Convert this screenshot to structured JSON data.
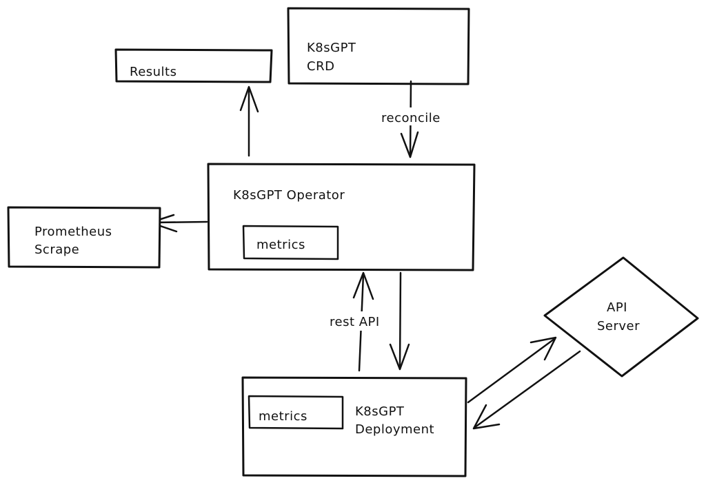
{
  "diagram": {
    "nodes": {
      "results": {
        "label": "Results"
      },
      "crd": {
        "line1": "K8sGPT",
        "line2": "CRD"
      },
      "operator": {
        "label": "K8sGPT Operator",
        "metrics": "metrics"
      },
      "prometheus": {
        "line1": "Prometheus",
        "line2": "Scrape"
      },
      "deployment": {
        "line1": "K8sGPT",
        "line2": "Deployment",
        "metrics": "metrics"
      },
      "api_server": {
        "line1": "API",
        "line2": "Server"
      }
    },
    "edges": {
      "crd_to_operator": "reconcile",
      "deployment_to_operator": "rest API"
    }
  },
  "colors": {
    "stroke": "#111111",
    "background": "#ffffff"
  }
}
